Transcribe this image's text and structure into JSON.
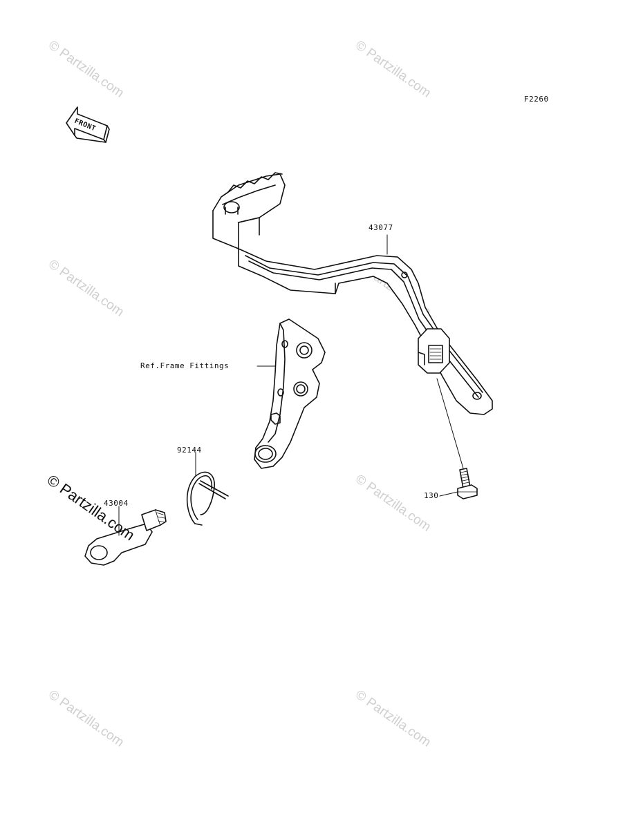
{
  "diagram": {
    "code": "F2260",
    "front_arrow": "FRONT",
    "parts": {
      "pedal": "43077",
      "frame_ref": "Ref.Frame Fittings",
      "spring": "92144",
      "shaft": "43004",
      "bolt": "130"
    }
  },
  "watermark": {
    "text": "© Partzilla.com",
    "color": "#cfcfcf"
  }
}
